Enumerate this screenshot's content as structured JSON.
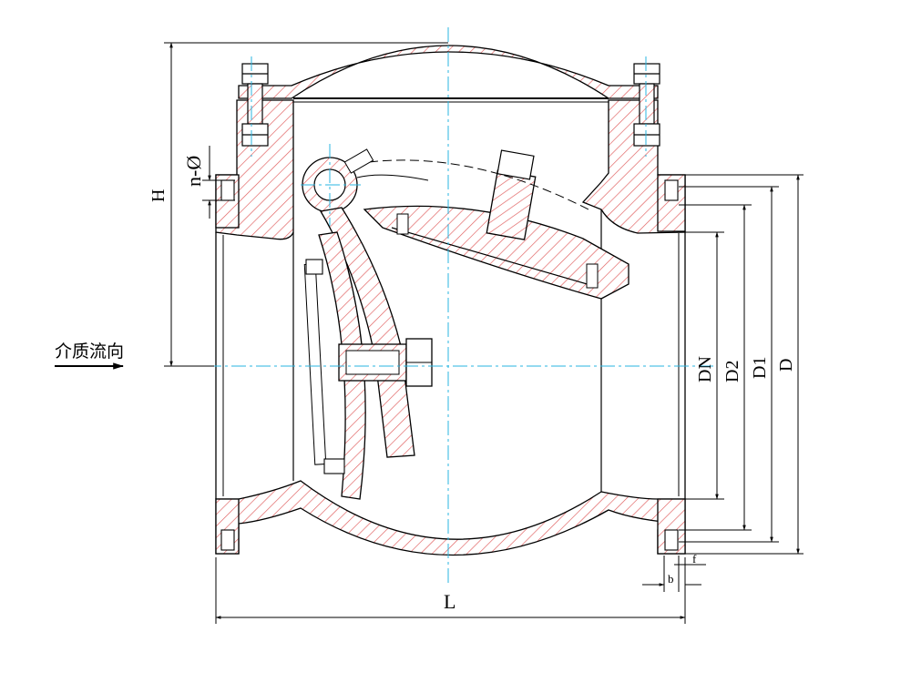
{
  "diagram": {
    "dimension_labels": {
      "height": "H",
      "bolt_holes": "n-Ø",
      "nominal_diameter": "DN",
      "raised_face_diameter": "D2",
      "bolt_circle_diameter": "D1",
      "flange_outer_diameter": "D",
      "length": "L",
      "flange_thickness": "b",
      "raised_face_height": "f"
    },
    "flow_direction_label": "介质流向",
    "colors": {
      "outline": "#000000",
      "hatch": "#e05a5a",
      "centerline": "#29b6e0"
    }
  }
}
